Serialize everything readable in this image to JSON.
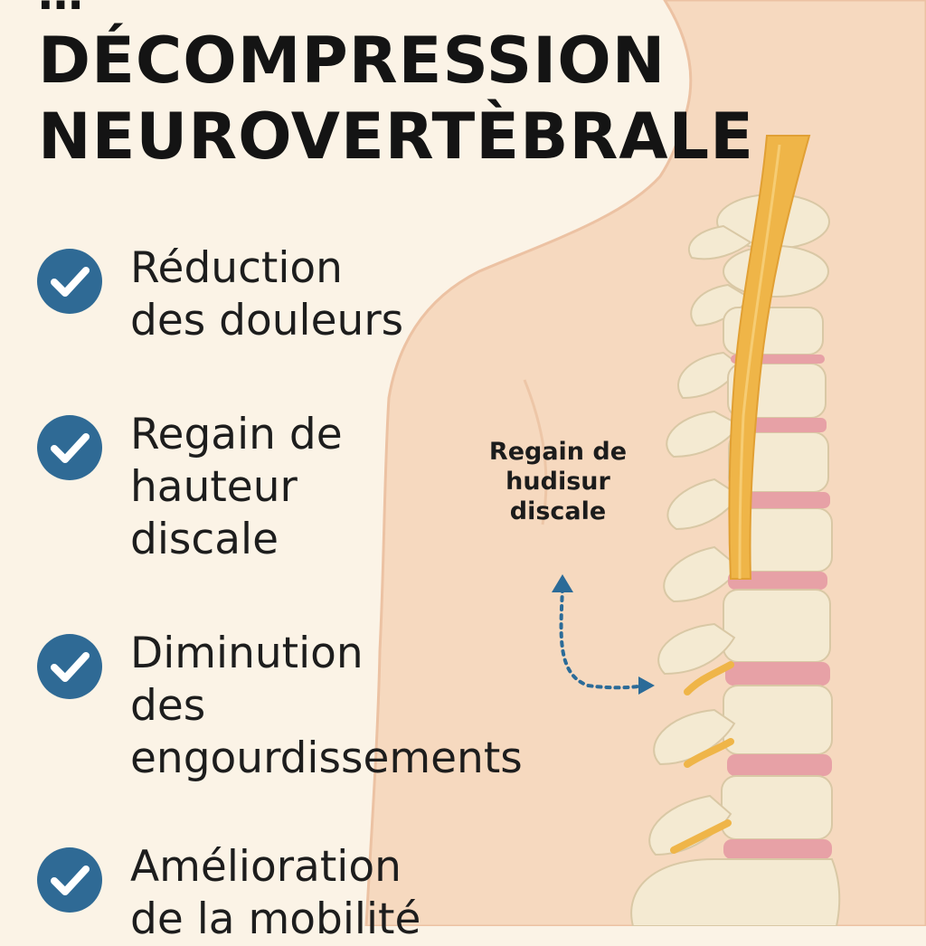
{
  "title": {
    "top_partial": "…",
    "line1": "DÉCOMPRESSION",
    "line2": "NEUROVERTÈBRALE"
  },
  "benefits": [
    {
      "text": "Réduction\ndes douleurs",
      "icon": "check-circle-icon"
    },
    {
      "text": "Regain de\nhauteur\ndiscale",
      "icon": "check-circle-icon"
    },
    {
      "text": "Diminution\ndes\nengourdissements",
      "icon": "check-circle-icon"
    },
    {
      "text": "Amélioration\nde la mobilité",
      "icon": "check-circle-icon"
    }
  ],
  "callout": {
    "text": "Regain de\nhudisur\ndiscale"
  },
  "colors": {
    "background": "#fbf3e6",
    "skin": "#f6d9bf",
    "check_blue": "#2f6a95",
    "bone": "#f4ead2",
    "nerve": "#efb548",
    "disc": "#e7a1a6",
    "arrow": "#2b6b98"
  }
}
